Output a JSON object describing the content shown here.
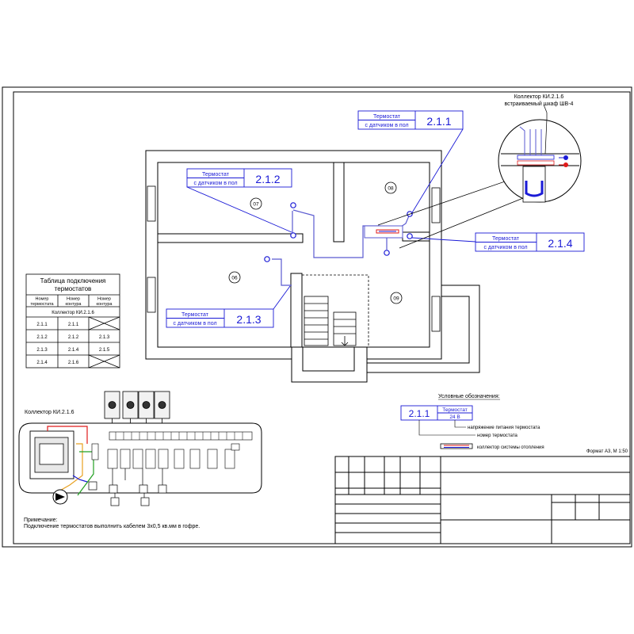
{
  "legend_block": {
    "title": "Условные обозначения:",
    "sample_number": "2.1.1",
    "sample_name": "Термостат",
    "sample_voltage": "24 В",
    "desc_voltage": "напряжение питания термостата",
    "desc_number": "номер термостата",
    "desc_collector": "коллектор системы отопления",
    "format": "Формат А3, М 1:50"
  },
  "thermostats": [
    {
      "line1": "Термостат",
      "line2": "с датчиком в пол",
      "number": "2.1.1"
    },
    {
      "line1": "Термостат",
      "line2": "с датчиком в пол",
      "number": "2.1.2"
    },
    {
      "line1": "Термостат",
      "line2": "с датчиком в пол",
      "number": "2.1.3"
    },
    {
      "line1": "Термостат",
      "line2": "с датчиком в пол",
      "number": "2.1.4"
    }
  ],
  "rooms": [
    "07",
    "08",
    "06",
    "09"
  ],
  "collector_callout": {
    "line1": "Коллектор КИ.2.1.6",
    "line2": "встраиваемый шкаф ШВ-4"
  },
  "connection_table": {
    "title_line1": "Таблица подключения",
    "title_line2": "термостатов",
    "headers": [
      [
        "Номер",
        "термостата"
      ],
      [
        "Номер",
        "контура"
      ],
      [
        "Номер",
        "контура"
      ]
    ],
    "collector_row": "Коллектор КИ.2.1.6",
    "rows": [
      [
        "2.1.1",
        "2.1.1",
        ""
      ],
      [
        "2.1.2",
        "2.1.2",
        "2.1.3"
      ],
      [
        "2.1.3",
        "2.1.4",
        "2.1.5"
      ],
      [
        "2.1.4",
        "2.1.6",
        ""
      ]
    ]
  },
  "wiring": {
    "title": "Коллектор КИ.2.1.6"
  },
  "note": {
    "title": "Примечание:",
    "text": "Подключение термостатов выполнить кабелем 3х0,5 кв.мм в гофре."
  },
  "colors": {
    "line": "#000000",
    "thermo": "#1a1ad6",
    "cable": "#5a5ad0",
    "hot": "#e01a1a",
    "green": "#22a022",
    "orange": "#e8a020"
  }
}
